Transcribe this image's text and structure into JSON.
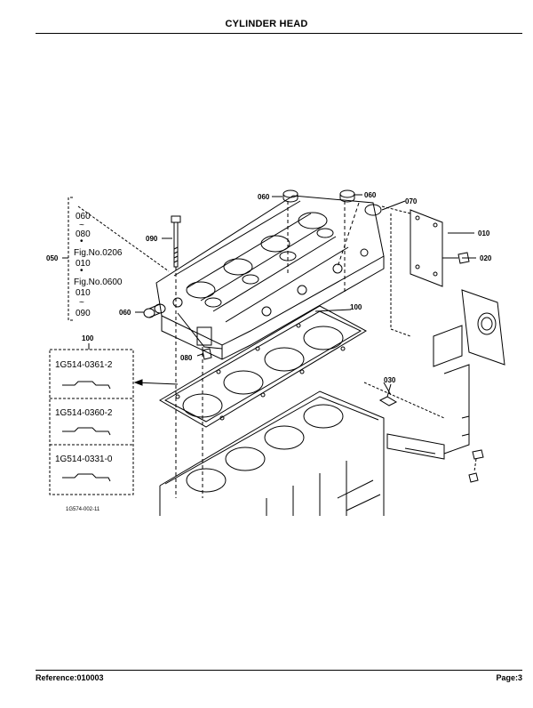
{
  "header": {
    "title": "CYLINDER HEAD"
  },
  "footer": {
    "reference": "Reference:010003",
    "page": "Page:3"
  },
  "callouts": {
    "c010": "010",
    "c020": "020",
    "c030": "030",
    "c050": "050",
    "c060a": "060",
    "c060b": "060",
    "c060c": "060",
    "c070": "070",
    "c080": "080",
    "c090": "090",
    "c100a": "100",
    "c100b": "100"
  },
  "bracket_050": {
    "line1": "060",
    "line2": "~",
    "line3": "080",
    "line4": "•",
    "line5": "Fig.No.0206",
    "line6": "010",
    "line7": "•",
    "line8": "Fig.No.0600",
    "line9": "010",
    "line10": "~",
    "line11": "090"
  },
  "gasket_table": {
    "rows": [
      {
        "part": "1G514-0361-2"
      },
      {
        "part": "1G514-0360-2"
      },
      {
        "part": "1G514-0331-0"
      }
    ]
  },
  "drawing_number": "1G574-002-11"
}
